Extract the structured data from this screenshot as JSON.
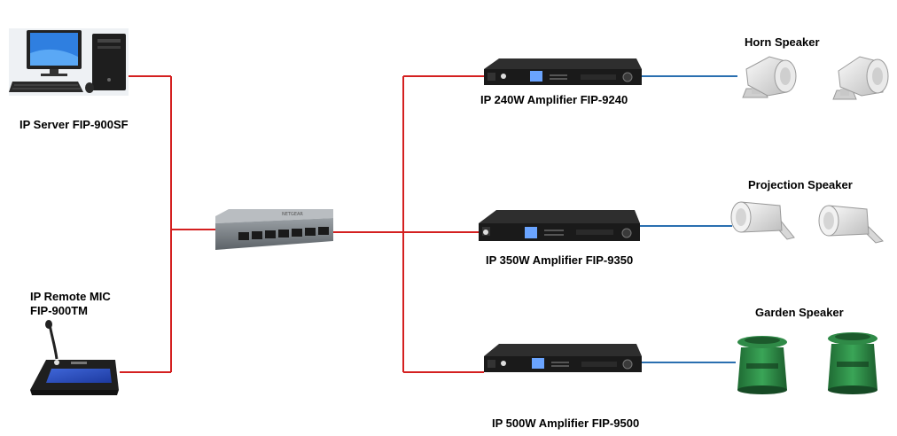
{
  "devices": {
    "server": {
      "label": "IP Server FIP-900SF"
    },
    "remote_mic": {
      "label_line1": "IP Remote MIC",
      "label_line2": "FIP-900TM"
    },
    "amp_240": {
      "label": "IP 240W  Amplifier FIP-9240"
    },
    "amp_350": {
      "label": "IP 350W  Amplifier FIP-9350"
    },
    "amp_500": {
      "label": "IP 500W  Amplifier FIP-9500"
    }
  },
  "speaker_groups": {
    "horn": {
      "label": "Horn Speaker"
    },
    "projection": {
      "label": "Projection Speaker"
    },
    "garden": {
      "label": "Garden Speaker"
    }
  },
  "colors": {
    "network_line": "#d42020",
    "audio_line": "#2a6fb0"
  }
}
